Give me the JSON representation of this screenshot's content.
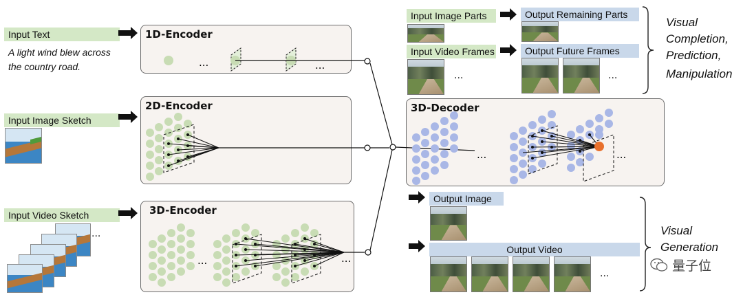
{
  "inputs": {
    "text_label": "Input Text",
    "text_caption_line1": "A light wind blew across",
    "text_caption_line2": "the country road.",
    "image_sketch_label": "Input Image Sketch",
    "video_sketch_label": "Input Video Sketch"
  },
  "encoders": {
    "e1d": "1D-Encoder",
    "e2d": "2D-Encoder",
    "e3d": "3D-Encoder"
  },
  "decoder": {
    "title": "3D-Decoder"
  },
  "tasks_top": {
    "image_parts_label": "Input Image Parts",
    "remaining_parts_label": "Output Remaining Parts",
    "video_frames_label": "Input Video Frames",
    "future_frames_label": "Output Future Frames",
    "group_line1": "Visual",
    "group_line2": "Completion,",
    "group_line3": "Prediction,",
    "group_line4": "Manipulation"
  },
  "tasks_bottom": {
    "output_image_label": "Output Image",
    "output_video_label": "Output Video",
    "group_line1": "Visual",
    "group_line2": "Generation"
  },
  "ellipsis": "...",
  "watermark": "量子位",
  "colors": {
    "green_tag": "#d4e8c6",
    "blue_tag": "#c9d8ea",
    "green_node": "#c8dcb4",
    "blue_node": "#a9b7e6",
    "output_node": "#e8702c"
  },
  "icons": [
    "right-arrow-icon",
    "wechat-icon"
  ]
}
